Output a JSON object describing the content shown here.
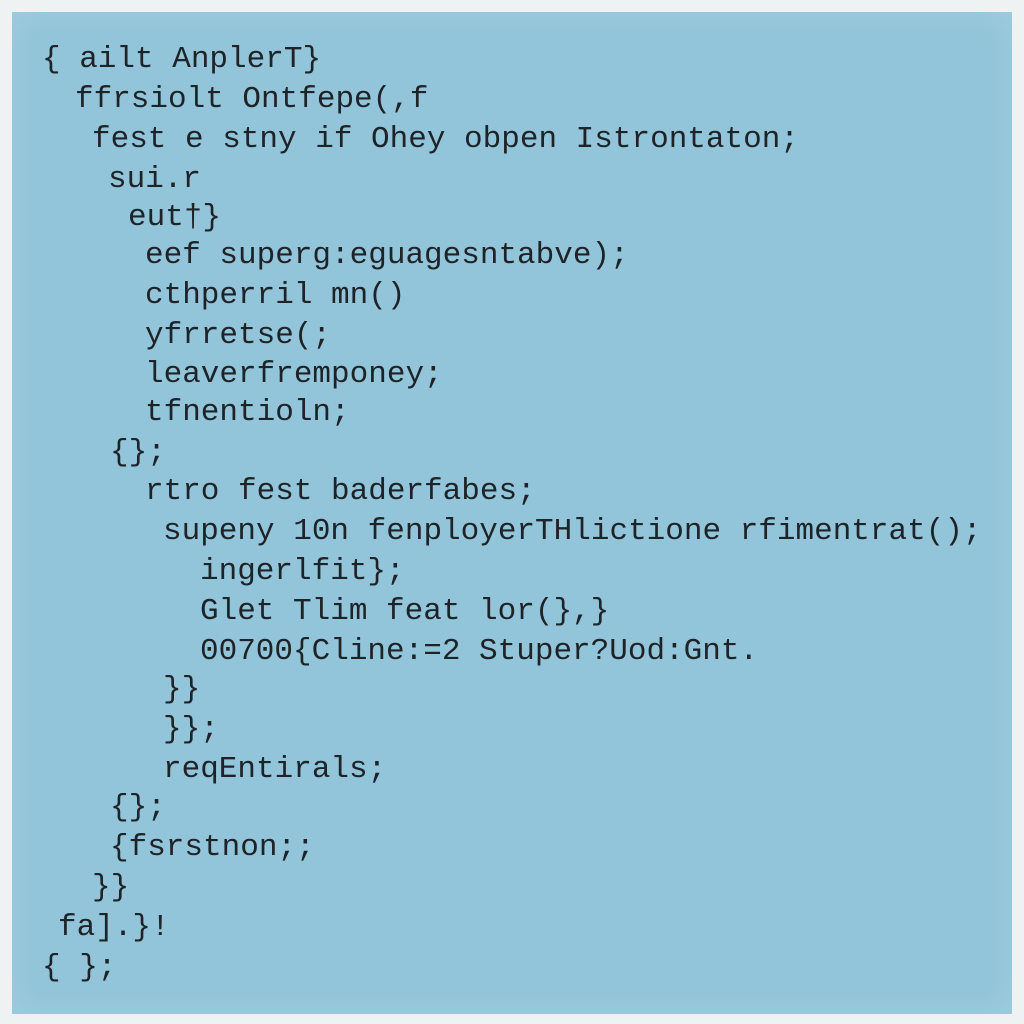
{
  "code": {
    "lines": [
      "{ ailt AnplerT}",
      "ffrsiolt Ontfepe(,f",
      "fest e stny if Ohey obpen Istrontaton;",
      "sui.r",
      "eut†}",
      "eef superg:eguagesntabve);",
      "cthperril mn()",
      "yfrretse(;",
      "leaverfremponey;",
      "tfnentioln;",
      "{};",
      "rtro fest baderfabes;",
      "supeny 10n fenployerTHlictione rfimentrat();",
      "ingerlfit};",
      "Glet Tlim feat lor(},}",
      "00700{Cline:=2 Stuper?Uod:Gnt.",
      "}}",
      "}};",
      "reqEntirals;",
      "{};",
      "{fsrstnon;;",
      "}}",
      "fa].}!",
      "{ };"
    ]
  },
  "colors": {
    "background": "#92c5d9",
    "text": "#1e2328",
    "frame": "#eef2f3"
  }
}
